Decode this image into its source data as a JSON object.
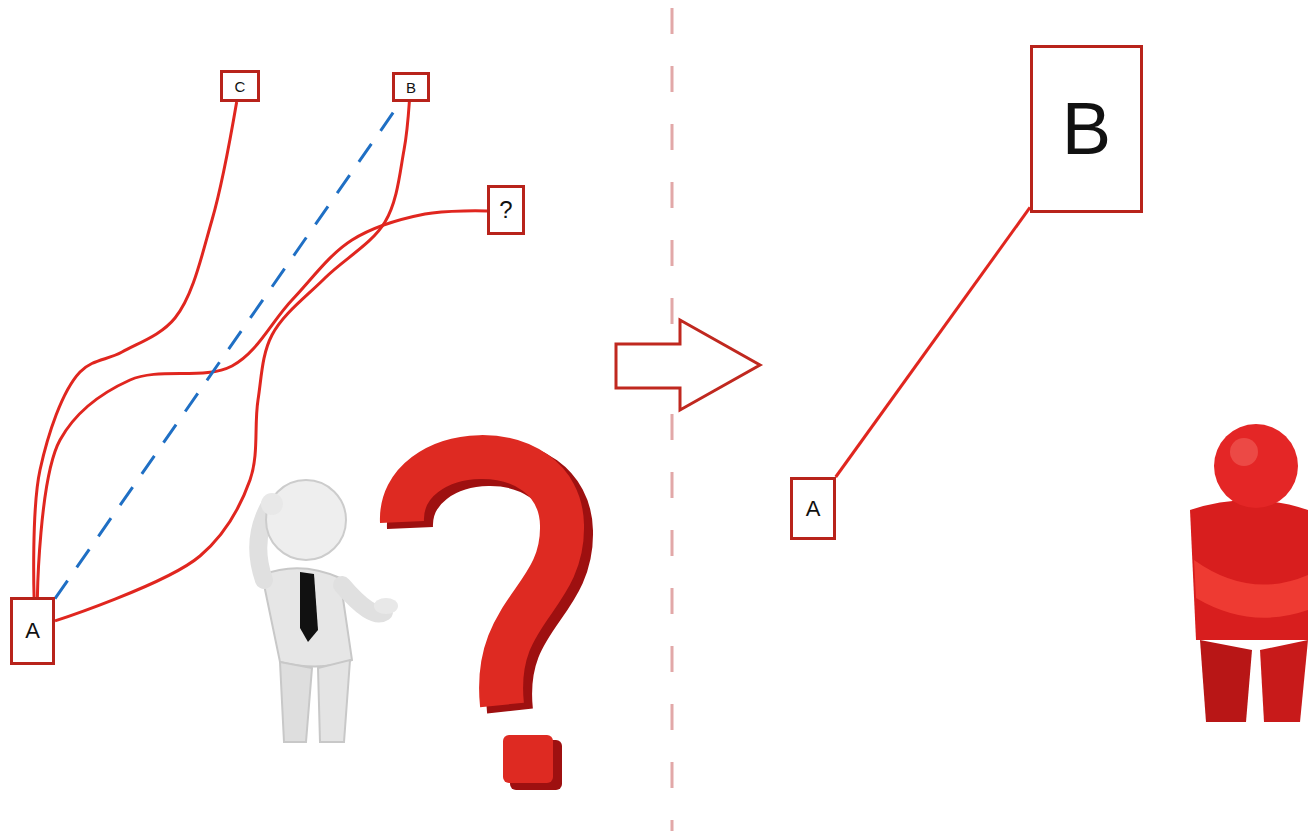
{
  "diagram": {
    "nodes": [
      {
        "text": [
          "C"
        ]
      },
      {
        "text": [
          "B"
        ]
      },
      {
        "text": [
          "?"
        ]
      },
      {
        "text": [
          "A"
        ]
      },
      {
        "text": [
          "B"
        ]
      },
      {
        "text": [
          "A"
        ]
      }
    ],
    "edges": [
      {
        "from": 3,
        "to": 0,
        "arrow": "none"
      },
      {
        "from": 3,
        "to": 1,
        "arrow": "none"
      },
      {
        "from": 3,
        "to": 2,
        "arrow": "none"
      },
      {
        "from": 3,
        "to": 1,
        "arrow": "none"
      },
      {
        "from": 5,
        "to": 4,
        "arrow": "none"
      }
    ]
  }
}
